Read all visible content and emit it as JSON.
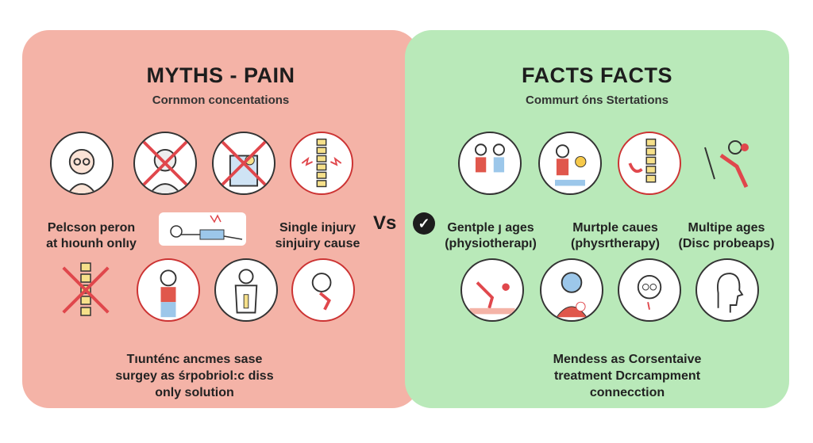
{
  "myths": {
    "title": "MYTHS - PAIN",
    "subtitle": "Cornmon concentations",
    "label_left": [
      "Pelcson peron",
      "at hıounh onlıy"
    ],
    "label_right": [
      "Single injury",
      "sinjuiry cause"
    ],
    "bottom": [
      "Tıunténc ancmes sase",
      "surgey as śrpobriol:c diss",
      "only solution"
    ],
    "color": "#f4b3a7"
  },
  "vs_label": "Vs",
  "facts": {
    "title": "FACTS FACTS",
    "subtitle": "Commurt óns Stertations",
    "labels": [
      [
        "Gentple ȷ ages",
        "(physiotherapı)"
      ],
      [
        "Murtple caues",
        "(physrtherapy)"
      ],
      [
        "Multipe ages",
        "(Disc probeaps)"
      ]
    ],
    "bottom": [
      "Mendess as Corsentaive",
      "treatment Dcrcampment",
      "connecction"
    ],
    "color": "#b9e9b9"
  }
}
